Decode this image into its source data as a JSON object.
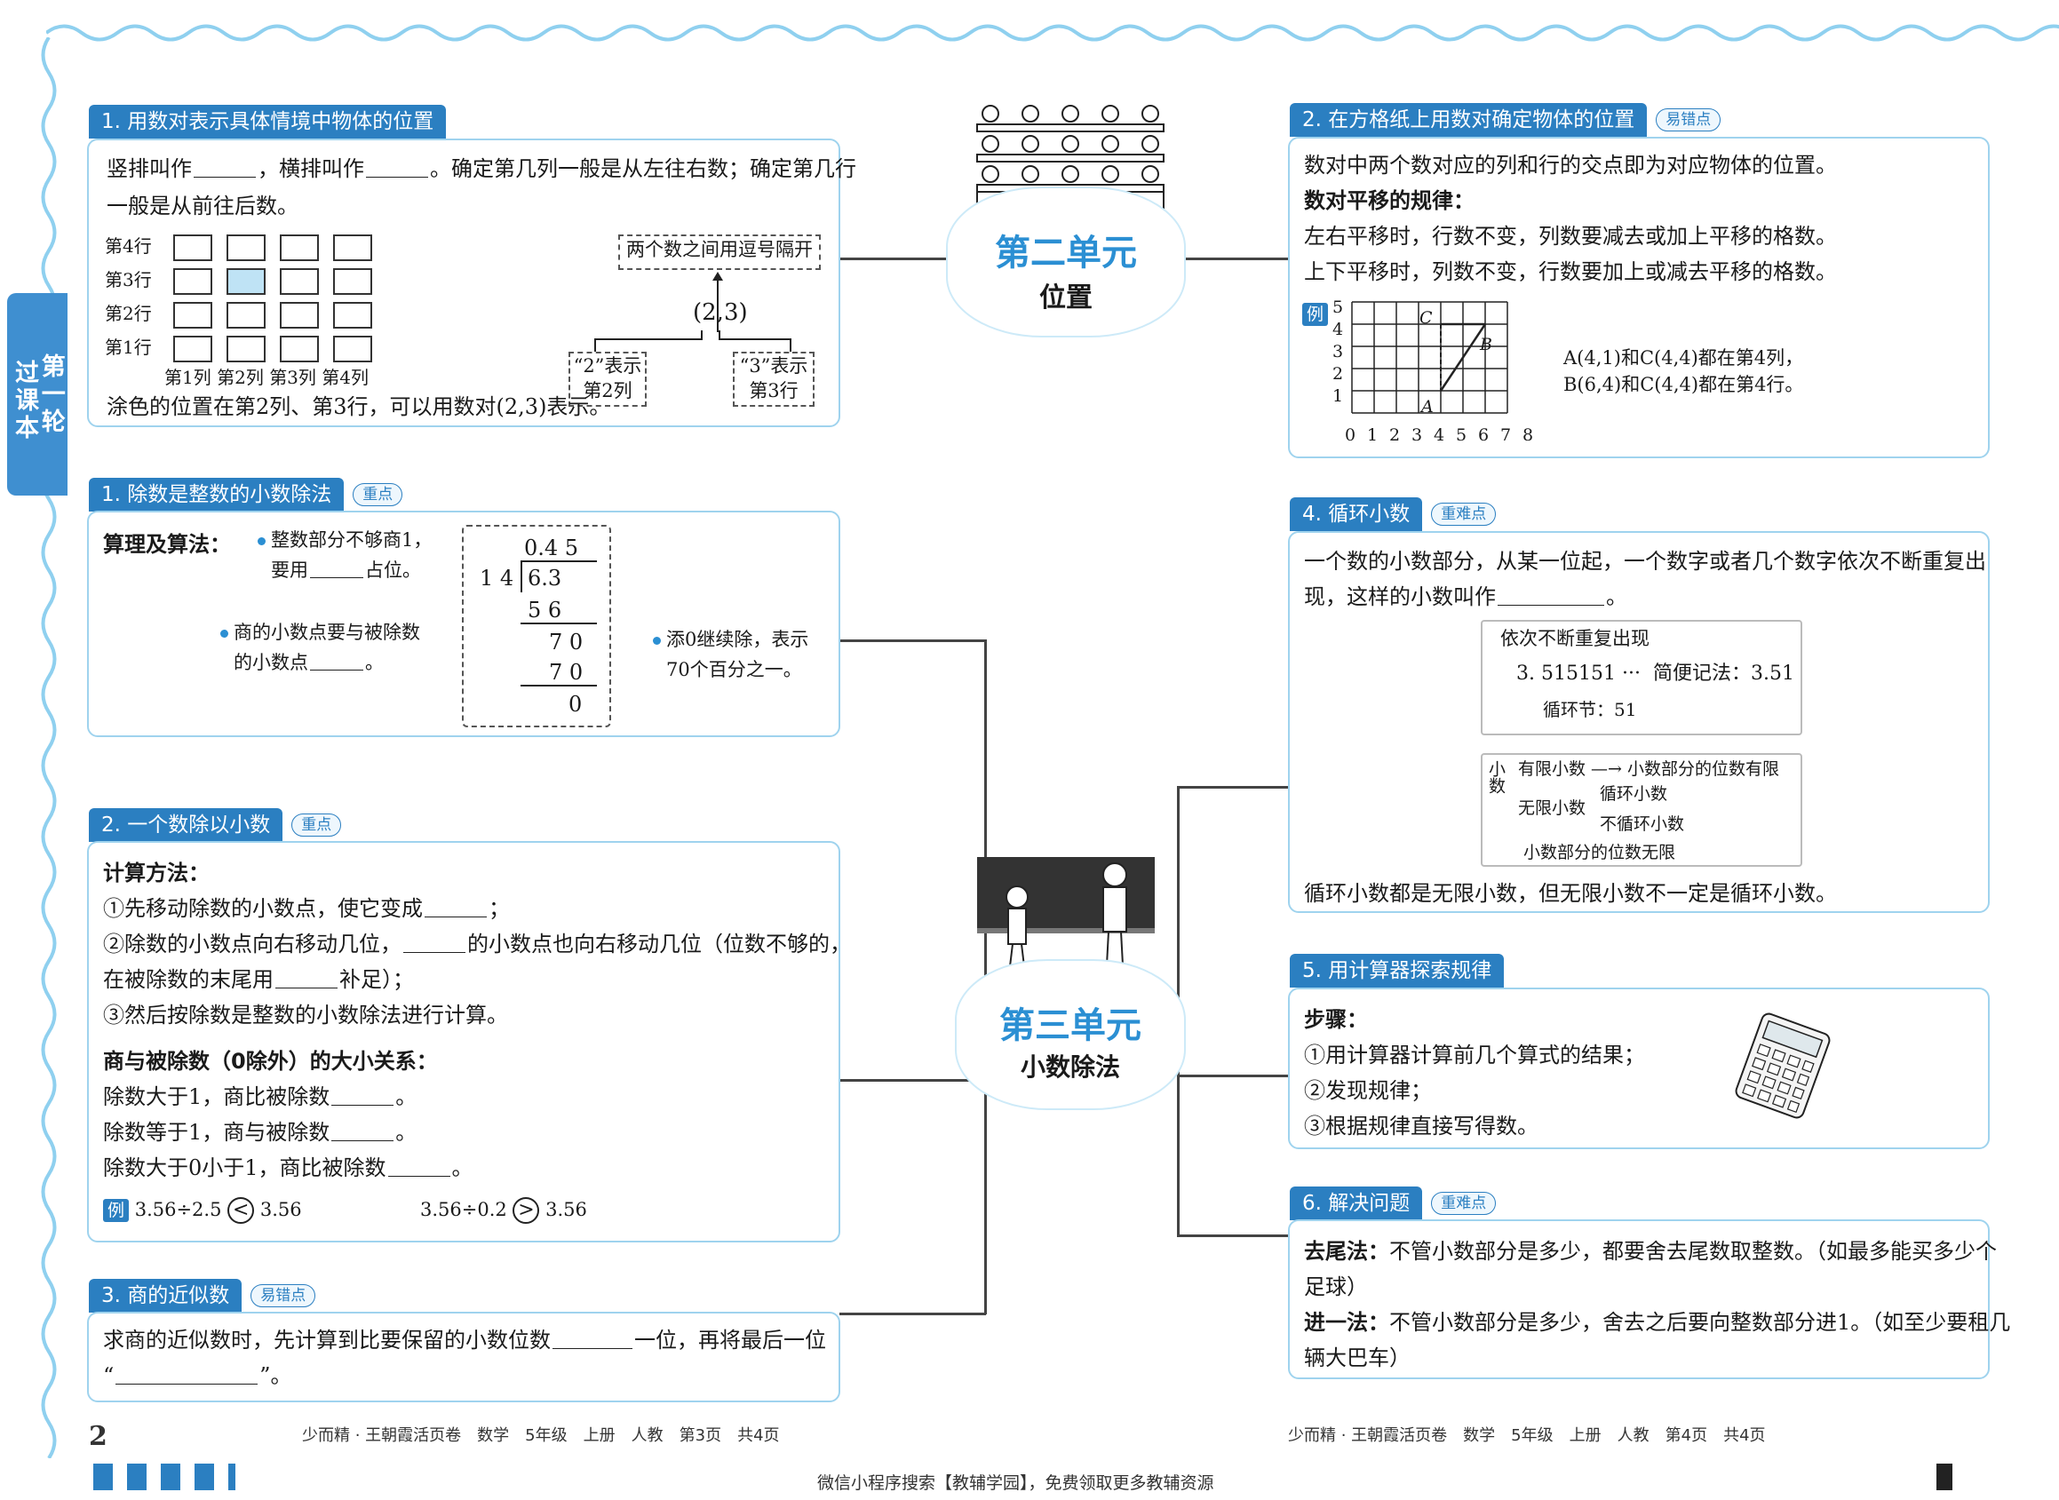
{
  "side_tab": {
    "a": "第一轮",
    "b": "过课本"
  },
  "units": {
    "u2": {
      "title": "第二单元",
      "sub": "位置"
    },
    "u3": {
      "title": "第三单元",
      "sub": "小数除法"
    }
  },
  "s1": {
    "title": "1. 用数对表示具体情境中物体的位置",
    "p1a": "竖排叫作",
    "p1b": "，横排叫作",
    "p1c": "。确定第几列一般是从左往右数；确定第几行",
    "p2": "一般是从前往后数。",
    "rows": [
      "第4行",
      "第3行",
      "第2行",
      "第1行"
    ],
    "cols": [
      "第1列",
      "第2列",
      "第3列",
      "第4列"
    ],
    "note": "两个数之间用逗号隔开",
    "pair": "(2,3)",
    "n2a": "“2”表示",
    "n2b": "第2列",
    "n3a": "“3”表示",
    "n3b": "第3行",
    "foot": "涂色的位置在第2列、第3行，可以用数对(2,3)表示。"
  },
  "s2": {
    "title": "2. 在方格纸上用数对确定物体的位置",
    "tag": "易错点",
    "p1": "数对中两个数对应的列和行的交点即为对应物体的位置。",
    "h": "数对平移的规律：",
    "p2": "左右平移时，行数不变，列数要减去或加上平移的格数。",
    "p3": "上下平移时，列数不变，行数要加上或减去平移的格数。",
    "ex": "例",
    "yticks": [
      "5",
      "4",
      "3",
      "2",
      "1"
    ],
    "xticks": [
      "0",
      "1",
      "2",
      "3",
      "4",
      "5",
      "6",
      "7",
      "8"
    ],
    "pts": [
      "C",
      "B",
      "A"
    ],
    "r1": "A(4,1)和C(4,4)都在第4列，",
    "r2": "B(6,4)和C(4,4)都在第4行。"
  },
  "s3": {
    "title": "1. 除数是整数的小数除法",
    "tag": "重点",
    "h": "算理及算法：",
    "b1a": "整数部分不够商1，",
    "b1b": "要用",
    "b1c": "占位。",
    "b2a": "商的小数点要与被除数",
    "b2b": "的小数点",
    "b2c": "。",
    "b3a": "添0继续除，表示",
    "b3b": "70个百分之一。",
    "d": {
      "q": "0.4 5",
      "div": "1 4",
      "dd": "6.3",
      "r1": "5 6",
      "r2": "7 0",
      "r3": "7 0",
      "r4": "0"
    }
  },
  "s4": {
    "title": "4. 循环小数",
    "tag": "重难点",
    "p1": "一个数的小数部分，从某一位起，一个数字或者几个数字依次不断重复出",
    "p2a": "现，这样的小数叫作",
    "p2b": "。",
    "i1": "依次不断重复出现",
    "i2": "3. 515151 ···",
    "i3": "简便记法：3.51",
    "i4": "循环节：51",
    "c0": "小数",
    "c1": "有限小数 —→ 小数部分的位数有限",
    "c2": "无限小数",
    "c3": "循环小数",
    "c4": "不循环小数",
    "c5": "小数部分的位数无限",
    "foot": "循环小数都是无限小数，但无限小数不一定是循环小数。"
  },
  "s5": {
    "title": "2. 一个数除以小数",
    "tag": "重点",
    "h": "计算方法：",
    "l1a": "①先移动除数的小数点，使它变成",
    "l1b": "；",
    "l2a": "②除数的小数点向右移动几位，",
    "l2b": "的小数点也向右移动几位（位数不够的，",
    "l3a": "在被除数的末尾用",
    "l3b": "补足）；",
    "l4": "③然后按除数是整数的小数除法进行计算。",
    "h2": "商与被除数（0除外）的大小关系：",
    "m1": "除数大于1，商比被除数",
    "m2": "除数等于1，商与被除数",
    "m3": "除数大于0小于1，商比被除数",
    "end": "。",
    "ex": "例",
    "e1a": "3.56÷2.5",
    "e1s": "<",
    "e1b": "3.56",
    "e2a": "3.56÷0.2",
    "e2s": ">",
    "e2b": "3.56"
  },
  "s6": {
    "title": "5. 用计算器探索规律",
    "h": "步骤：",
    "l1": "①用计算器计算前几个算式的结果；",
    "l2": "②发现规律；",
    "l3": "③根据规律直接写得数。"
  },
  "s7": {
    "title": "3. 商的近似数",
    "tag": "易错点",
    "l1a": "求商的近似数时，先计算到比要保留的小数位数",
    "l1b": "一位，再将最后一位",
    "l2a": "“",
    "l2b": "”。"
  },
  "s8": {
    "title": "6. 解决问题",
    "tag": "重难点",
    "h1": "去尾法：",
    "t1": "不管小数部分是多少，都要舍去尾数取整数。（如最多能买多少个",
    "t1b": "足球）",
    "h2": "进一法：",
    "t2": "不管小数部分是多少，舍去之后要向整数部分进1。（如至少要租几",
    "t2b": "辆大巴车）"
  },
  "footer": {
    "num": "2",
    "left": "少而精 · 王朝霞活页卷　数学　5年级　上册　人教　第3页　共4页",
    "right": "少而精 · 王朝霞活页卷　数学　5年级　上册　人教　第4页　共4页",
    "bottom": "微信小程序搜索【教辅学园】，免费领取更多教辅资源"
  }
}
